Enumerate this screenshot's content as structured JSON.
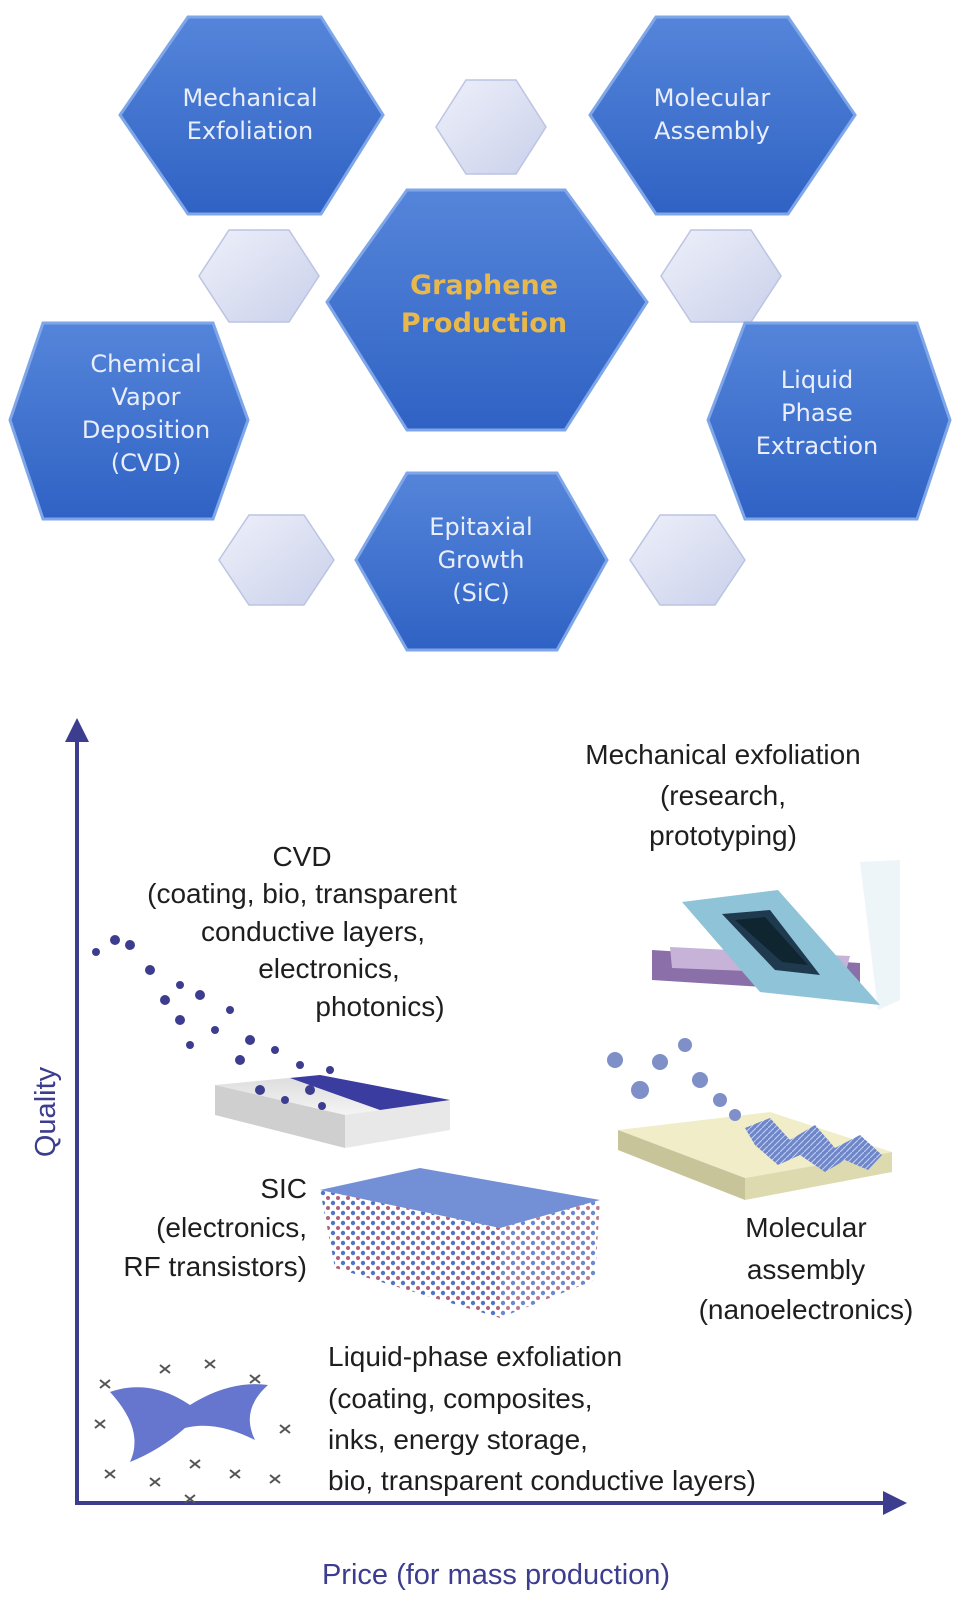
{
  "hexagon_diagram": {
    "center": {
      "lines": [
        "Graphene",
        "Production"
      ],
      "text_color": "#e8b94a"
    },
    "methods": [
      {
        "id": "mechanical-exfoliation",
        "lines": [
          "Mechanical",
          "Exfoliation"
        ]
      },
      {
        "id": "molecular-assembly",
        "lines": [
          "Molecular",
          "Assembly"
        ]
      },
      {
        "id": "chemical-vapor-deposition",
        "lines": [
          "Chemical",
          "Vapor",
          "Deposition",
          "(CVD)"
        ]
      },
      {
        "id": "liquid-phase-extraction",
        "lines": [
          "Liquid",
          "Phase",
          "Extraction"
        ]
      },
      {
        "id": "epitaxial-growth",
        "lines": [
          "Epitaxial",
          "Growth",
          "(SiC)"
        ]
      }
    ],
    "colors": {
      "blue_fill": "#3b6fd0",
      "blue_edge": "#7ea6e8",
      "pale_fill": "#d6dcf0"
    }
  },
  "quality_price_chart": {
    "axes": {
      "y_label": "Quality",
      "x_label": "Price (for mass production)",
      "axis_color": "#3d3d8f"
    },
    "annotations": [
      {
        "id": "mechanical-exfoliation",
        "lines": [
          "Mechanical exfoliation",
          "(research,",
          "prototyping)"
        ]
      },
      {
        "id": "cvd",
        "lines": [
          "CVD",
          "(coating, bio, transparent",
          "conductive layers,",
          "electronics,",
          "photonics)"
        ]
      },
      {
        "id": "sic",
        "lines": [
          "SIC",
          "(electronics,",
          "RF transistors)"
        ]
      },
      {
        "id": "molecular-assembly",
        "lines": [
          "Molecular",
          "assembly",
          "(nanoelectronics)"
        ]
      },
      {
        "id": "liquid-phase-exfoliation",
        "lines": [
          "Liquid-phase exfoliation",
          "(coating, composites,",
          "inks, energy storage,",
          "bio, transparent conductive layers)"
        ]
      }
    ],
    "illustrations": [
      "exfoliation-tape-illustration",
      "cvd-deposition-illustration",
      "sic-lattice-illustration",
      "molecular-assembly-illustration",
      "liquid-phase-illustration"
    ]
  }
}
